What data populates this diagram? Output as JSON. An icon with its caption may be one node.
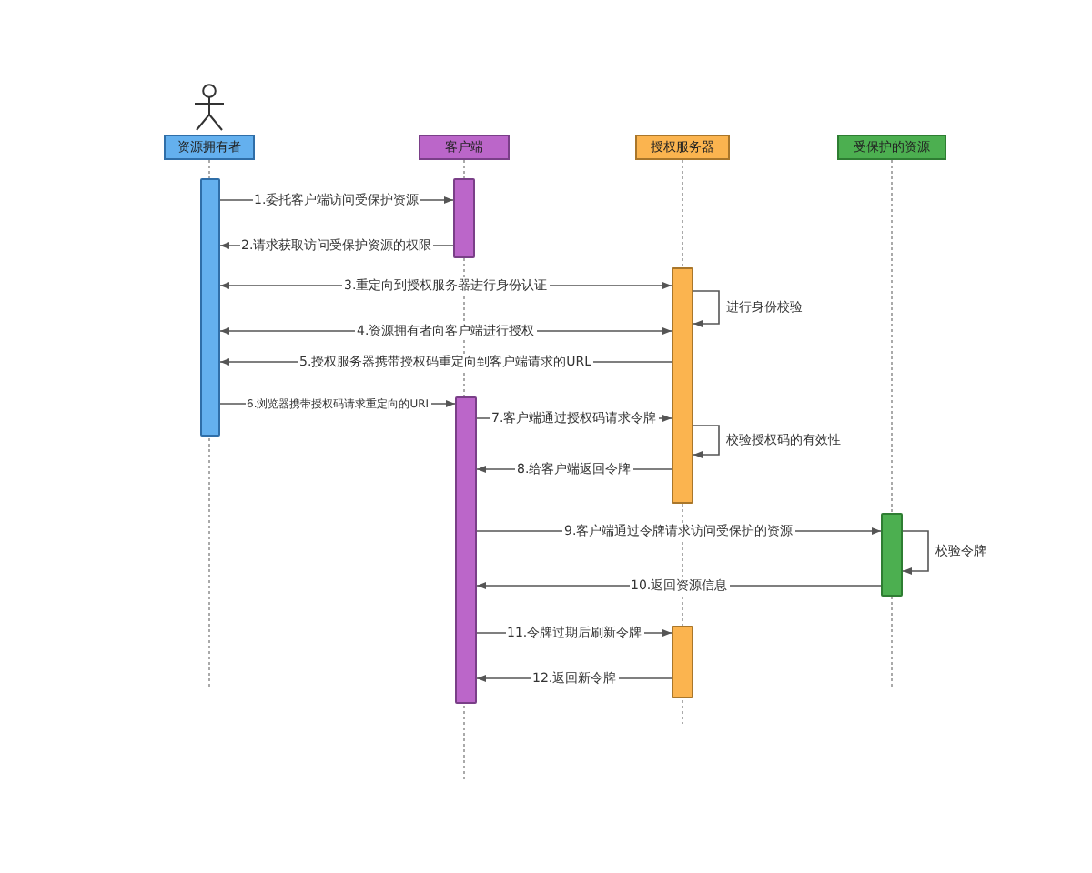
{
  "diagram": {
    "nodes": [
      {
        "text": [
          "资源拥有者"
        ]
      },
      {
        "text": [
          "客户端"
        ]
      },
      {
        "text": [
          "授权服务器"
        ]
      },
      {
        "text": [
          "受保护的资源"
        ]
      },
      {
        "text": [],
        "shape": "bar"
      },
      {
        "text": [],
        "shape": "bar"
      },
      {
        "text": [],
        "shape": "bar"
      },
      {
        "text": [],
        "shape": "bar"
      },
      {
        "text": [],
        "shape": "bar"
      },
      {
        "text": [],
        "shape": "bar"
      }
    ],
    "edges": [
      {
        "from": 4,
        "to": 5,
        "arrow": "to",
        "label": "1.委托客户端访问受保护资源"
      },
      {
        "from": 5,
        "to": 4,
        "arrow": "to",
        "label": "2.请求获取访问受保护资源的权限"
      },
      {
        "from": 4,
        "to": 6,
        "arrow": "both",
        "label": "3.重定向到授权服务器进行身份认证"
      },
      {
        "from": 6,
        "to": 6,
        "arrow": "to",
        "label": "进行身份校验"
      },
      {
        "from": 4,
        "to": 6,
        "arrow": "both",
        "label": "4.资源拥有者向客户端进行授权"
      },
      {
        "from": 6,
        "to": 4,
        "arrow": "to",
        "label": "5.授权服务器携带授权码重定向到客户端请求的URL"
      },
      {
        "from": 4,
        "to": 7,
        "arrow": "to",
        "label": "6.浏览器携带授权码请求重定向的URI"
      },
      {
        "from": 7,
        "to": 6,
        "arrow": "to",
        "label": "7.客户端通过授权码请求令牌"
      },
      {
        "from": 6,
        "to": 6,
        "arrow": "to",
        "label": "校验授权码的有效性"
      },
      {
        "from": 6,
        "to": 7,
        "arrow": "to",
        "label": "8.给客户端返回令牌"
      },
      {
        "from": 7,
        "to": 9,
        "arrow": "to",
        "label": "9.客户端通过令牌请求访问受保护的资源"
      },
      {
        "from": 9,
        "to": 9,
        "arrow": "to",
        "label": "校验令牌"
      },
      {
        "from": 9,
        "to": 7,
        "arrow": "to",
        "label": "10.返回资源信息"
      },
      {
        "from": 7,
        "to": 8,
        "arrow": "to",
        "label": "11.令牌过期后刷新令牌"
      },
      {
        "from": 8,
        "to": 7,
        "arrow": "to",
        "label": "12.返回新令牌"
      }
    ]
  }
}
